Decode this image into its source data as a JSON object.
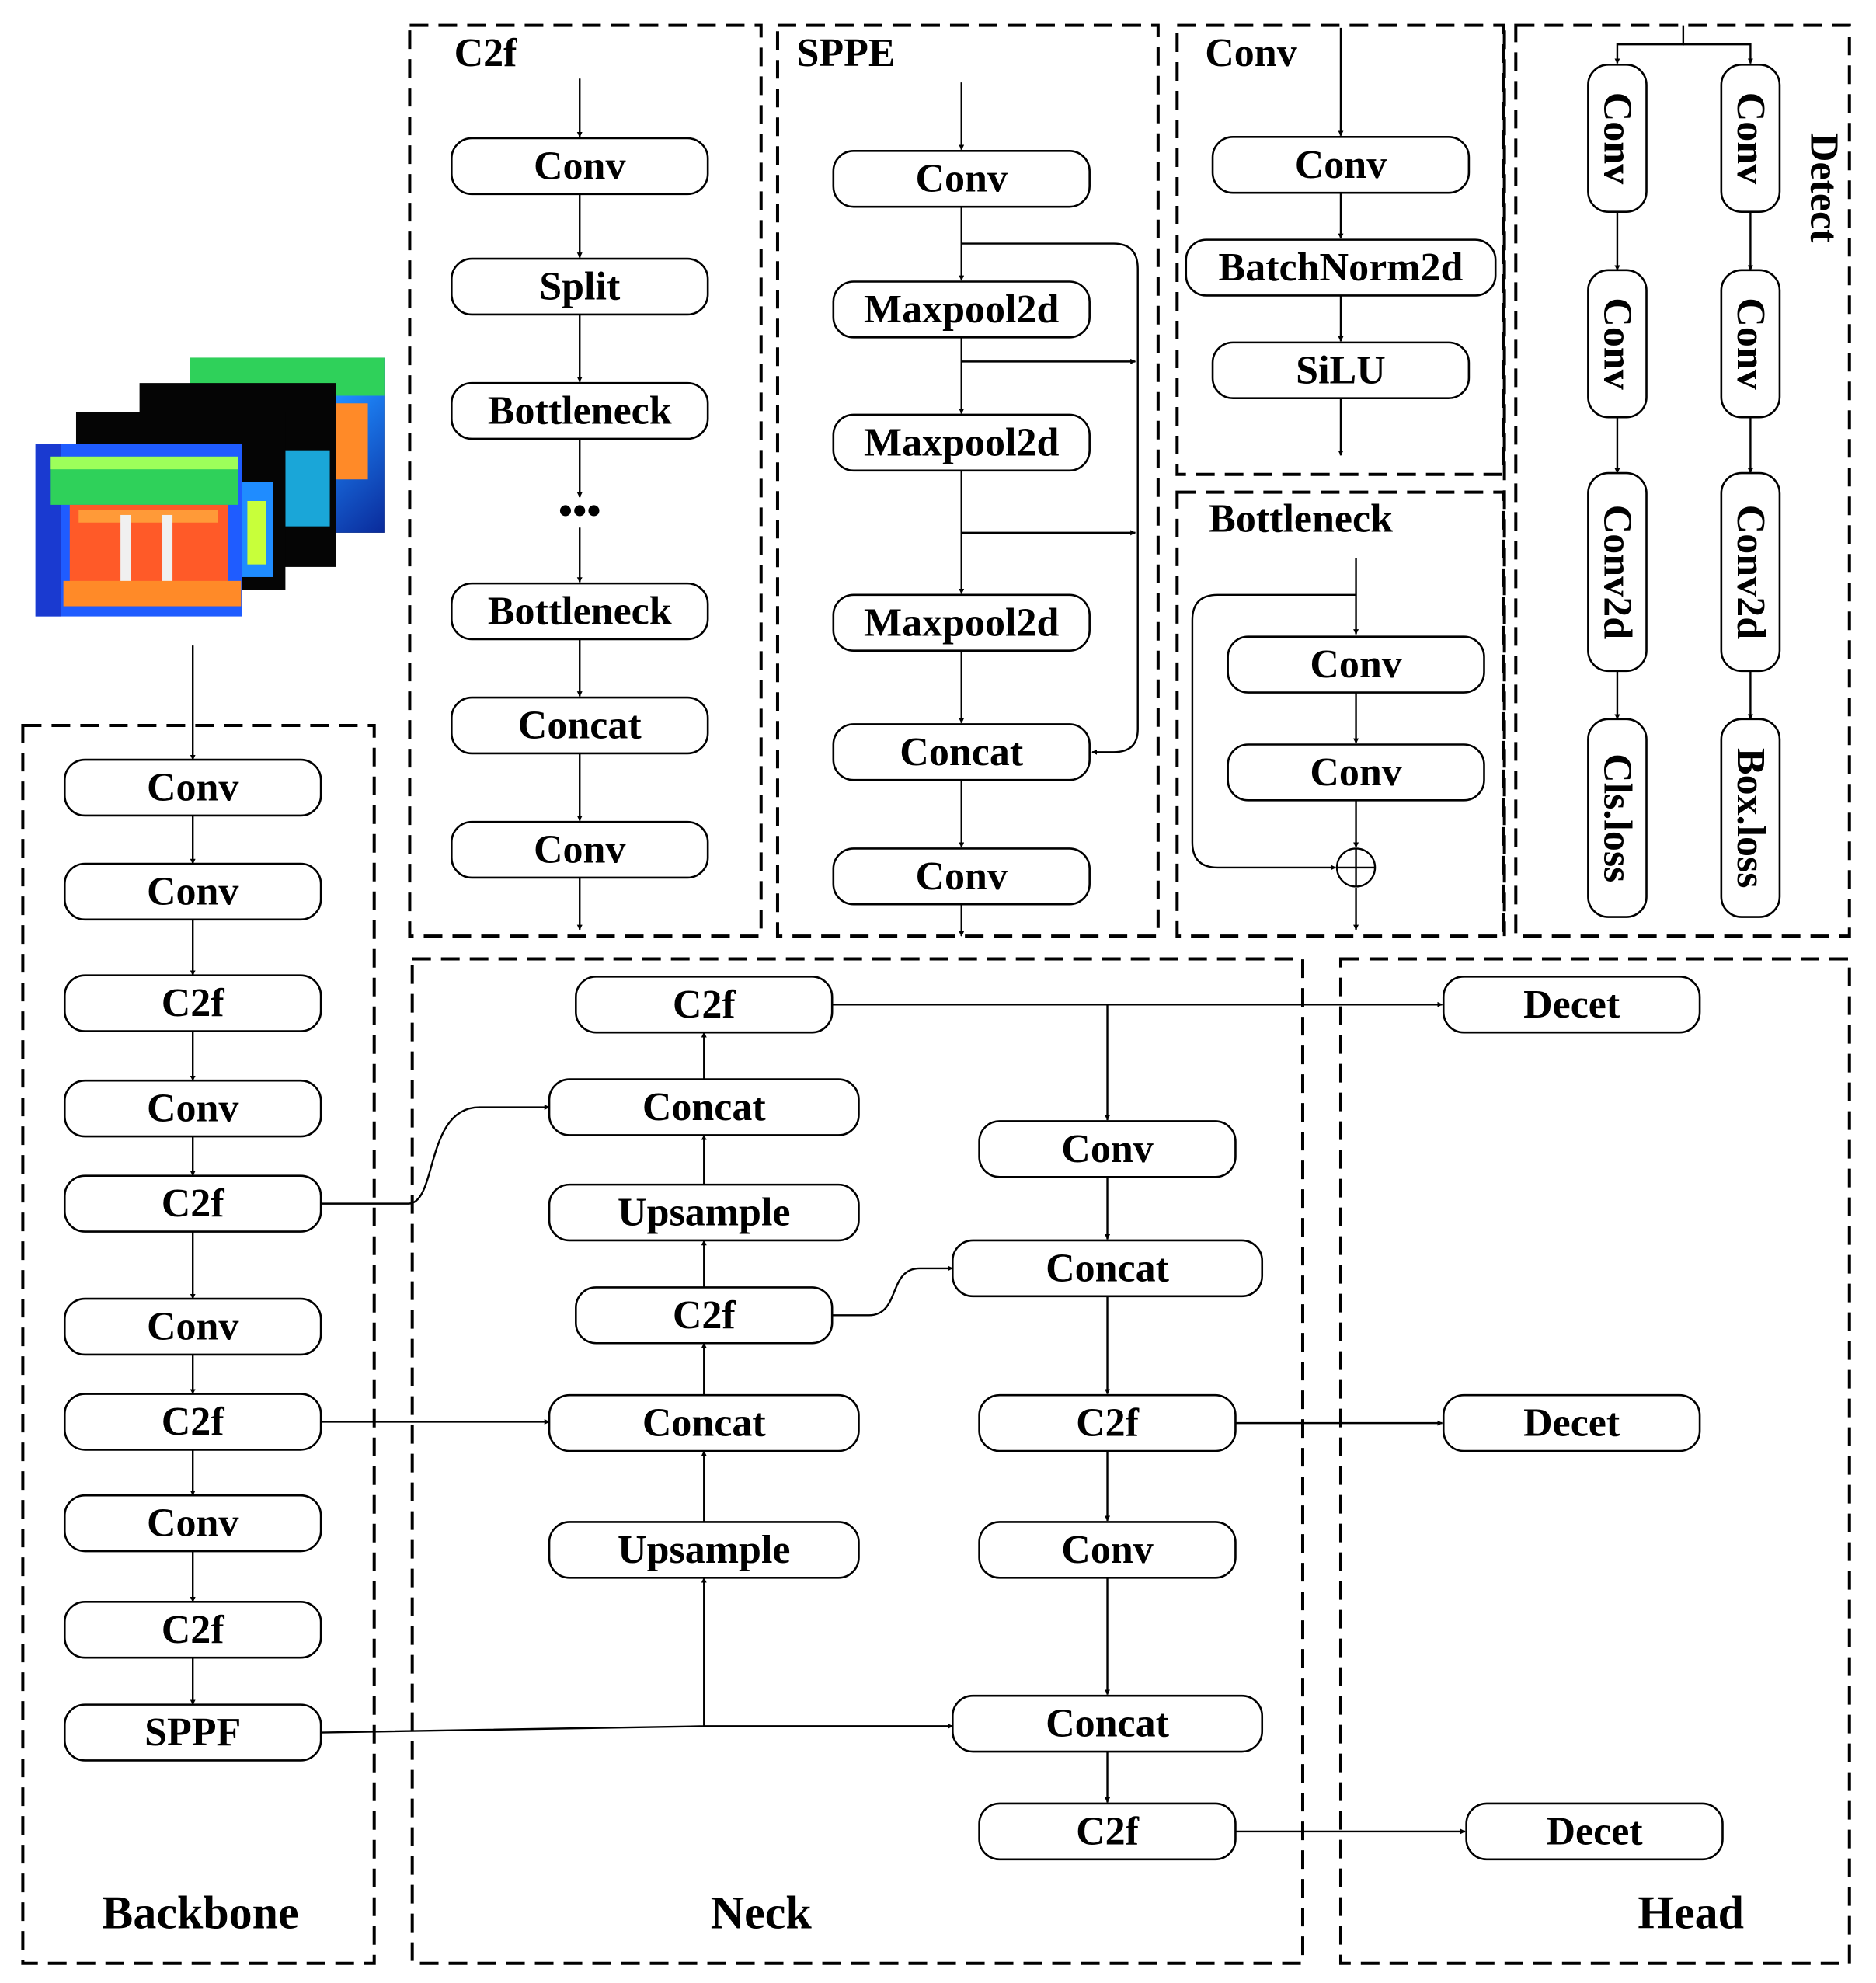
{
  "sections": {
    "c2f": "C2f",
    "sppe": "SPPE",
    "conv": "Conv",
    "bottleneck": "Bottleneck",
    "detect": "Detect",
    "backbone": "Backbone",
    "neck": "Neck",
    "head": "Head"
  },
  "c2f_block": [
    "Conv",
    "Split",
    "Bottleneck",
    "•••",
    "Bottleneck",
    "Concat",
    "Conv"
  ],
  "sppe_block": [
    "Conv",
    "Maxpool2d",
    "Maxpool2d",
    "Maxpool2d",
    "Concat",
    "Conv"
  ],
  "conv_block": [
    "Conv",
    "BatchNorm2d",
    "SiLU"
  ],
  "bottleneck_block": [
    "Conv",
    "Conv"
  ],
  "detect_block": {
    "left": [
      "Conv",
      "Conv",
      "Conv2d",
      "Cls.loss"
    ],
    "right": [
      "Conv",
      "Conv",
      "Conv2d",
      "Box.loss"
    ]
  },
  "backbone": [
    "Conv",
    "Conv",
    "C2f",
    "Conv",
    "C2f",
    "Conv",
    "C2f",
    "Conv",
    "C2f",
    "SPPF"
  ],
  "neck": {
    "left": [
      "C2f",
      "Concat",
      "Upsample",
      "C2f",
      "Concat",
      "Upsample"
    ],
    "right": [
      "Conv",
      "Concat",
      "C2f",
      "Conv",
      "Concat",
      "C2f"
    ]
  },
  "head": [
    "Decet",
    "Decet",
    "Decet"
  ],
  "colors": {
    "line": "#000000",
    "thermal_green": "#2fd15a",
    "thermal_orange": "#ff5a28",
    "thermal_blue": "#1f5cff"
  }
}
